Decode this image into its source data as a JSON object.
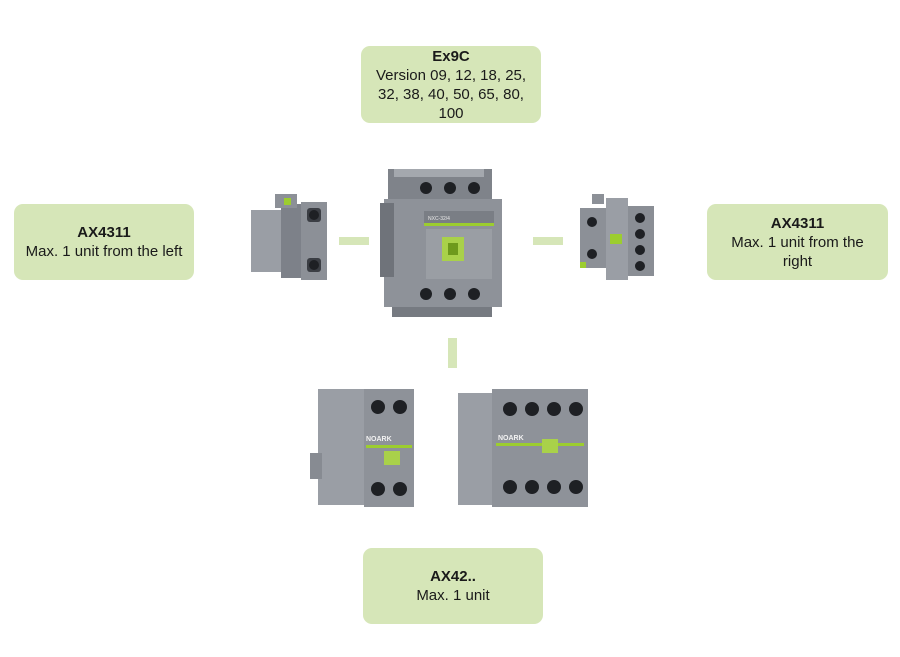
{
  "labels": {
    "top": {
      "title": "Ex9C",
      "lines": [
        "Version 09, 12, 18, 25,",
        "32, 38, 40, 50, 65, 80,",
        "100"
      ]
    },
    "left": {
      "title": "AX4311",
      "lines": [
        "Max. 1 unit from the left"
      ]
    },
    "right": {
      "title": "AX4311",
      "lines": [
        "Max. 1 unit from the right"
      ]
    },
    "bottom": {
      "title": "AX42..",
      "lines": [
        "Max. 1 unit"
      ]
    }
  },
  "product_marks": {
    "contactor_rating": "NXC-32/4",
    "brand": "NOARK"
  },
  "colors": {
    "label_bg": "#d6e6b8",
    "body_grey": "#8e9299",
    "accent_green": "#9ccd2f"
  }
}
